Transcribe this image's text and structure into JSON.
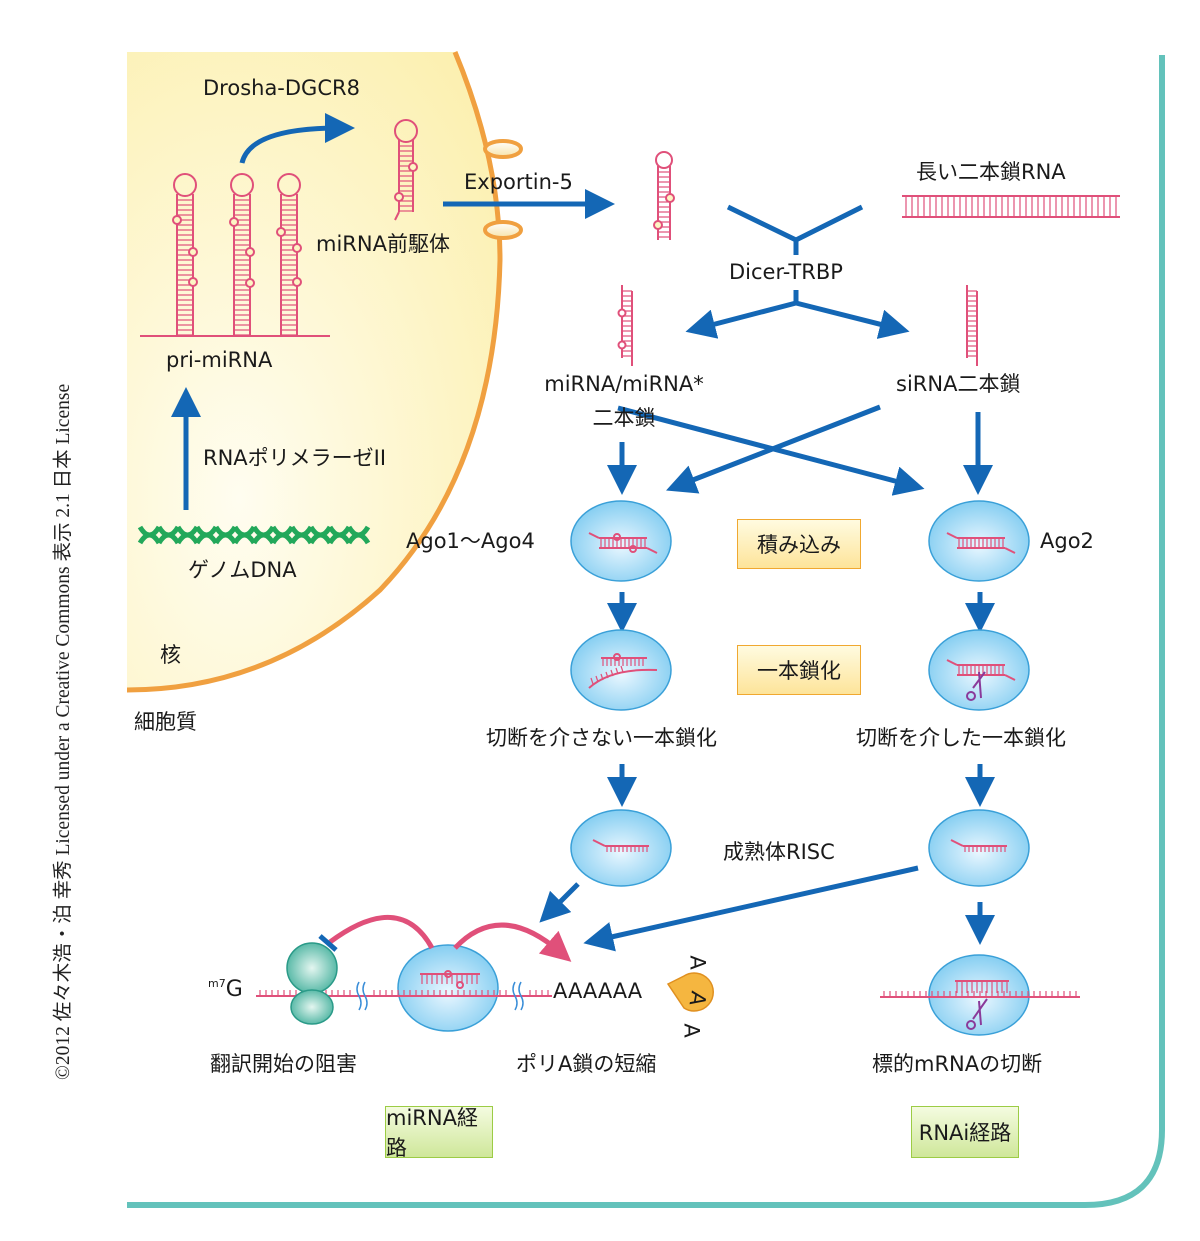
{
  "credit": "©2012 佐々木浩・泊 幸秀 Licensed under a Creative Commons 表示 2.1 日本 License",
  "compartments": {
    "nucleus": "核",
    "cytoplasm": "細胞質"
  },
  "nucleus_steps": {
    "genome_dna": "ゲノムDNA",
    "polymerase": "RNAポリメラーゼII",
    "pri_mirna": "pri-miRNA",
    "drosha": "Drosha-DGCR8",
    "precursor": "miRNA前駆体",
    "exportin": "Exportin-5"
  },
  "dicer": {
    "long_dsrna": "長い二本鎖RNA",
    "enzyme": "Dicer-TRBP",
    "mirna_duplex_line1": "miRNA/miRNA*",
    "mirna_duplex_line2": "二本鎖",
    "sirna_duplex": "siRNA二本鎖"
  },
  "risc": {
    "ago_left": "Ago1〜Ago4",
    "ago_right": "Ago2",
    "loading": "積み込み",
    "unwinding": "一本鎖化",
    "unwind_left": "切断を介さない一本鎖化",
    "unwind_right": "切断を介した一本鎖化",
    "mature": "成熟体RISC"
  },
  "outcomes": {
    "cap_superscript": "m7",
    "cap_base": "G",
    "poly_a": "AAAAAA",
    "poly_a_released": [
      "A",
      "A",
      "A"
    ],
    "translation_block": "翻訳開始の阻害",
    "polya_shortening": "ポリA鎖の短縮",
    "target_cleavage": "標的mRNAの切断"
  },
  "pathways": {
    "mirna": "miRNA経路",
    "rnai": "RNAi経路"
  },
  "colors": {
    "arrow": "#1467b5",
    "rna": "#e0507a",
    "nucleus_fill": "#fdf5c4",
    "nucleus_border": "#f0a040",
    "frame": "#63c2bb",
    "ago_fill": "#8ed0f2",
    "dna": "#22a85a",
    "ribosome": "#3fae9a",
    "deadenylase": "#f5a623",
    "scissors": "#8a3a9a"
  }
}
